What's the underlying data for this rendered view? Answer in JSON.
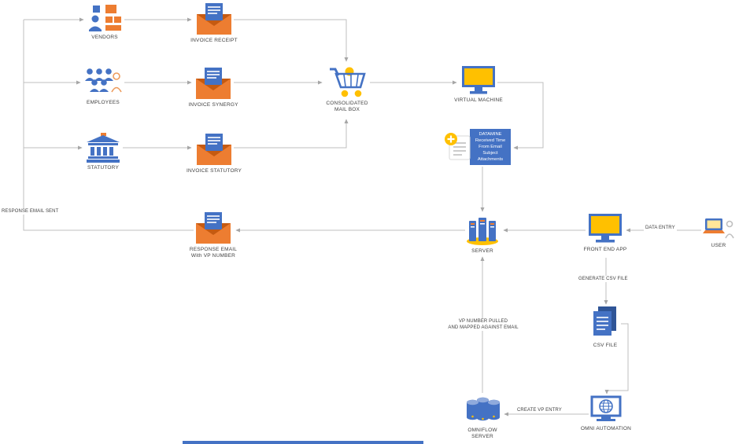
{
  "colors": {
    "blue": "#4472C4",
    "dark_blue": "#2F5597",
    "orange": "#ED7D31",
    "dark_orange": "#C55A11",
    "yellow": "#FFC000",
    "connector": "#BFBFBF",
    "arrow": "#A6A6A6",
    "label_text": "#3f3f3f"
  },
  "nodes": {
    "vendors": {
      "label": "VENDORS"
    },
    "invoice_receipt": {
      "label": "INVOICE RECEIPT"
    },
    "employees": {
      "label": "EMPLOYEES"
    },
    "invoice_synergy": {
      "label": "INVOICE SYNERGY"
    },
    "statutory": {
      "label": "STATUTORY"
    },
    "invoice_statutory": {
      "label": "INVOICE STATUTORY"
    },
    "consolidated_mailbox": {
      "label": "CONSOLIDATED\nMAIL BOX"
    },
    "virtual_machine": {
      "label": "VIRTUAL MACHINE"
    },
    "datamine": {
      "label": "DATAMINE\nReceived Time\nFrom Email\nSubject\nAttachments"
    },
    "server": {
      "label": "SERVER"
    },
    "front_end_app": {
      "label": "FRONT END APP"
    },
    "user": {
      "label": "USER"
    },
    "response_email": {
      "label": "RESPONSE EMAIL\nWith VP NUMBER"
    },
    "csv_file": {
      "label": "CSV FILE"
    },
    "omni_automation": {
      "label": "OMNI AUTOMATION"
    },
    "omniflow_server": {
      "label": "OMNIFLOW\nSERVER"
    }
  },
  "edge_labels": {
    "response_email_sent": "RESPONSE EMAIL SENT",
    "data_entry": "DATA ENTRY",
    "generate_csv_file": "GENERATE CSV FILE",
    "vp_number_pulled": "VP NUMBER PULLED\nAND MAPPED AGAINST EMAIL",
    "create_vp_entry": "CREATE VP ENTRY"
  },
  "icons": {
    "vendors": "people-blocks-icon",
    "invoice_receipt": "email-envelope-icon",
    "employees": "people-group-icon",
    "statutory": "bank-building-icon",
    "consolidated_mailbox": "shopping-cart-icon",
    "virtual_machine": "monitor-icon",
    "datamine": "document-plus-icon",
    "server": "server-towers-icon",
    "front_end_app": "monitor-icon",
    "user": "laptop-person-icon",
    "response_email": "email-envelope-icon",
    "csv_file": "stacked-documents-icon",
    "omni_automation": "computer-globe-icon",
    "omniflow_server": "database-cylinders-icon"
  }
}
